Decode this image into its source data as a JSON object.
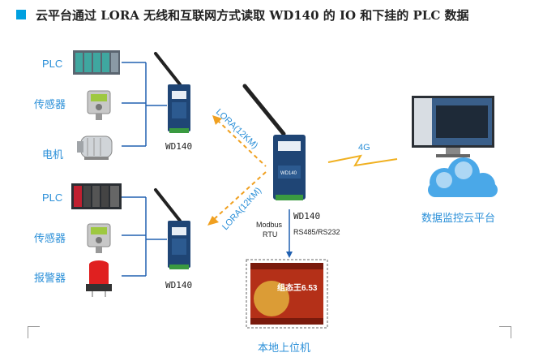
{
  "title": "云平台通过 LORA 无线和互联网方式读取 WD140 的 IO 和下挂的 PLC 数据",
  "colors": {
    "accent": "#00a0e0",
    "label_blue": "#2a8fd8",
    "lora_line": "#f0a020",
    "link_line": "#2060b0"
  },
  "devices_top": [
    {
      "label": "PLC"
    },
    {
      "label": "传感器"
    },
    {
      "label": "电机"
    }
  ],
  "devices_bottom": [
    {
      "label": "PLC"
    },
    {
      "label": "传感器"
    },
    {
      "label": "报警器"
    }
  ],
  "node_top": {
    "label": "WD140"
  },
  "node_bottom": {
    "label": "WD140"
  },
  "gateway": {
    "label": "WD140",
    "brand": "WD140"
  },
  "links": {
    "lora_top": "LORA(12KM)",
    "lora_bottom": "LORA(12KM)",
    "internet": "4G",
    "modbus_line1": "Modbus",
    "modbus_line2": "RTU",
    "serial": "RS485/RS232"
  },
  "cloud": {
    "label": "数据监控云平台"
  },
  "host": {
    "label": "本地上位机",
    "screen_text": "组态王6.53"
  }
}
